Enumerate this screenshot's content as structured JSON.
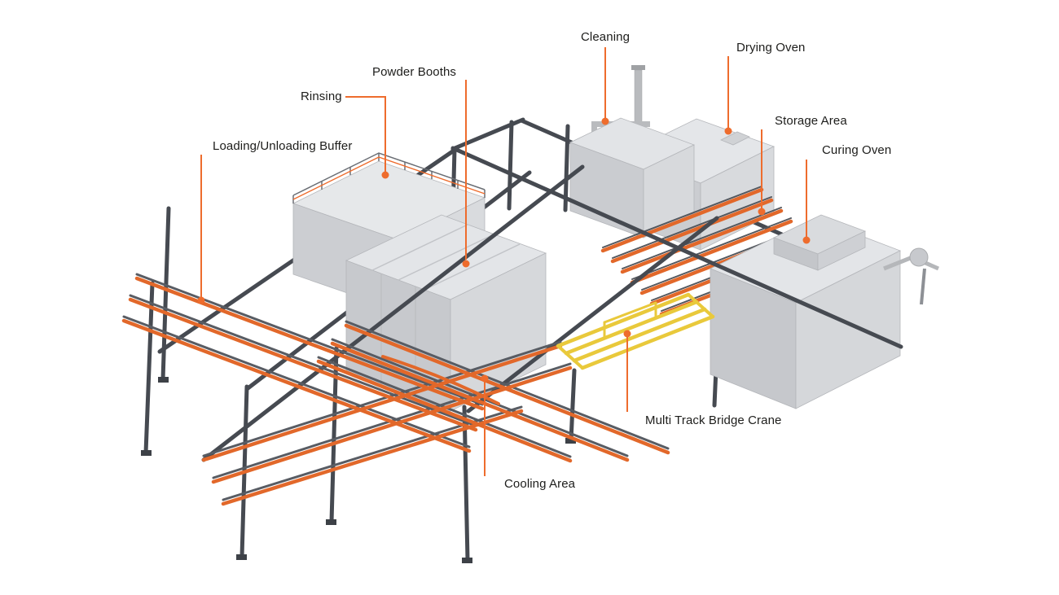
{
  "colors": {
    "background": "#ffffff",
    "accent_orange": "#ee6c2d",
    "label_text": "#1d1d1b",
    "frame_gray": "#464a51",
    "rail_orange": "#e2682a",
    "machine_gray_top": "#e4e6e9",
    "machine_gray_left": "#c9cbcf",
    "machine_gray_right": "#d7d9dc",
    "crane_yellow": "#e9c93b"
  },
  "labels": {
    "cleaning": "Cleaning",
    "drying_oven": "Drying Oven",
    "powder_booths": "Powder Booths",
    "rinsing": "Rinsing",
    "storage_area": "Storage Area",
    "curing_oven": "Curing Oven",
    "loading_unloading_buffer": "Loading/Unloading Buffer",
    "multi_track_bridge_crane": "Multi Track Bridge Crane",
    "cooling_area": "Cooling Area"
  }
}
